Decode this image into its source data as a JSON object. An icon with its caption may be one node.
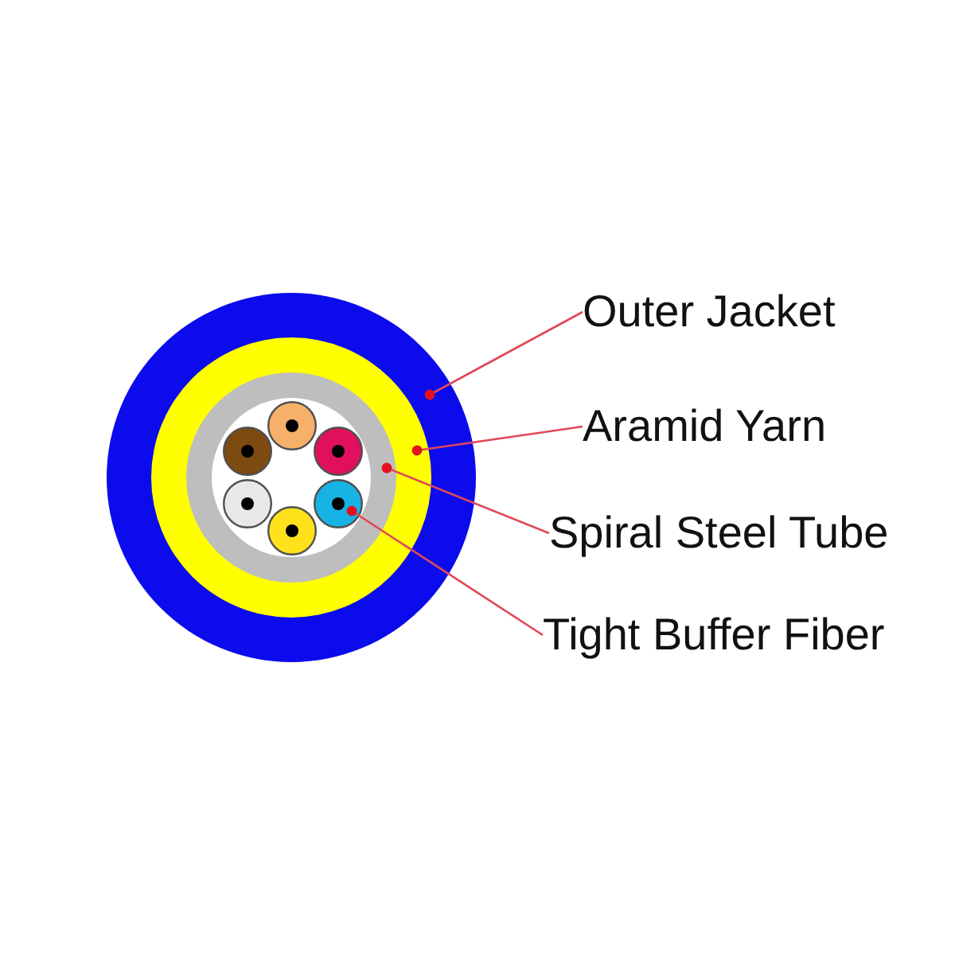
{
  "diagram": {
    "nodes": [
      {
        "text": [],
        "shape": "circle"
      },
      {
        "text": [],
        "shape": "circle",
        "in": 0
      },
      {
        "text": [],
        "shape": "circle",
        "in": 1
      },
      {
        "text": [],
        "shape": "circle",
        "in": 2
      },
      {
        "text": [
          "Outer Jacket"
        ]
      },
      {
        "text": [
          "Aramid Yarn"
        ]
      },
      {
        "text": [
          "Spiral Steel Tube"
        ]
      },
      {
        "text": [
          "Tight Buffer Fiber"
        ]
      }
    ],
    "edges": [
      {
        "from": 4,
        "to": 0,
        "arrow": "other"
      },
      {
        "from": 5,
        "to": 1,
        "arrow": "other"
      },
      {
        "from": 6,
        "to": 2,
        "arrow": "other"
      },
      {
        "from": 7,
        "to": 3,
        "arrow": "other"
      }
    ]
  }
}
